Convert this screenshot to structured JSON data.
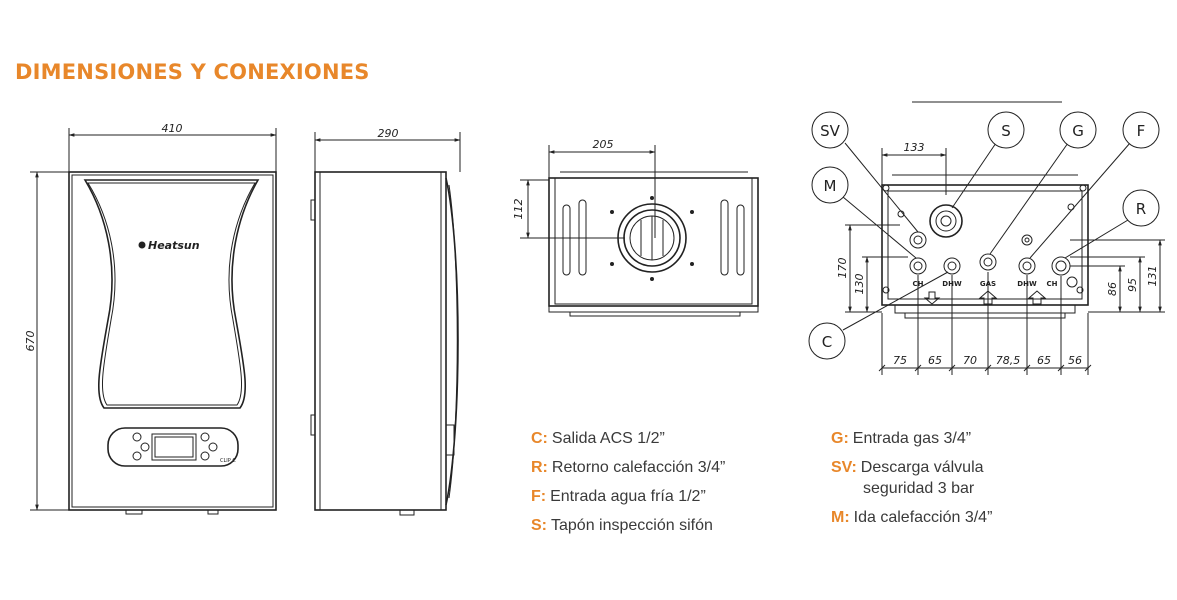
{
  "title": "DIMENSIONES Y CONEXIONES",
  "brand": {
    "name": "Heatsun",
    "model": "CLIP C"
  },
  "front_view": {
    "width_dim": "410",
    "height_dim": "670"
  },
  "side_view": {
    "depth_dim": "290"
  },
  "top_view": {
    "offset_dim": "205",
    "height_dim": "112"
  },
  "bottom_view": {
    "top_dim": "133",
    "left_dims": [
      "170",
      "130"
    ],
    "right_dims": [
      "86",
      "95",
      "131"
    ],
    "bottom_dims": [
      "75",
      "65",
      "70",
      "78,5",
      "65",
      "56"
    ],
    "callouts": [
      "SV",
      "S",
      "G",
      "F",
      "M",
      "R",
      "C"
    ],
    "port_labels": [
      "CH",
      "DHW",
      "GAS",
      "DHW",
      "CH"
    ]
  },
  "legend_left": [
    {
      "key": "C:",
      "text": "Salida ACS 1/2”"
    },
    {
      "key": "R:",
      "text": "Retorno calefacción 3/4”"
    },
    {
      "key": "F:",
      "text": "Entrada agua fría 1/2”"
    },
    {
      "key": "S:",
      "text": "Tapón inspección sifón"
    }
  ],
  "legend_right": [
    {
      "key": "G:",
      "text": "Entrada gas 3/4”"
    },
    {
      "key": "SV:",
      "text": "Descarga válvula",
      "cont": "seguridad 3 bar"
    },
    {
      "key": "M:",
      "text": "Ida calefacción 3/4”"
    }
  ],
  "colors": {
    "accent": "#e8872a",
    "line": "#222222",
    "text": "#3a3a3a"
  }
}
